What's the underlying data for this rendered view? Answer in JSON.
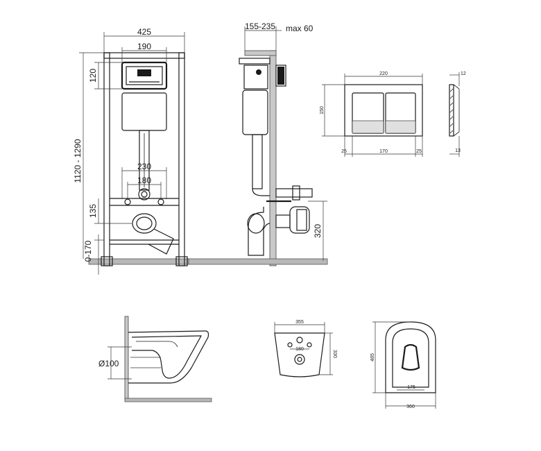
{
  "front_view": {
    "width_total": "425",
    "width_plate": "190",
    "height_range": "1120 - 1290",
    "height_plate": "120",
    "width_bolts": "230",
    "width_inner_bolts": "180",
    "height_outlet": "135",
    "height_adjust": "0-170"
  },
  "side_view": {
    "depth_range": "155-235",
    "max_label": "max 60",
    "outlet_height": "320"
  },
  "flush_plate": {
    "width": "220",
    "height": "150",
    "margin_left": "25",
    "button_span": "170",
    "margin_right": "25",
    "depth_top": "12",
    "depth_bottom": "13"
  },
  "bowl_side": {
    "outlet_diameter": "Ø100"
  },
  "bowl_back": {
    "width": "355",
    "bolt_spacing": "180",
    "height": "330"
  },
  "bowl_top": {
    "length": "485",
    "inner_width": "175",
    "outer_width": "360"
  }
}
